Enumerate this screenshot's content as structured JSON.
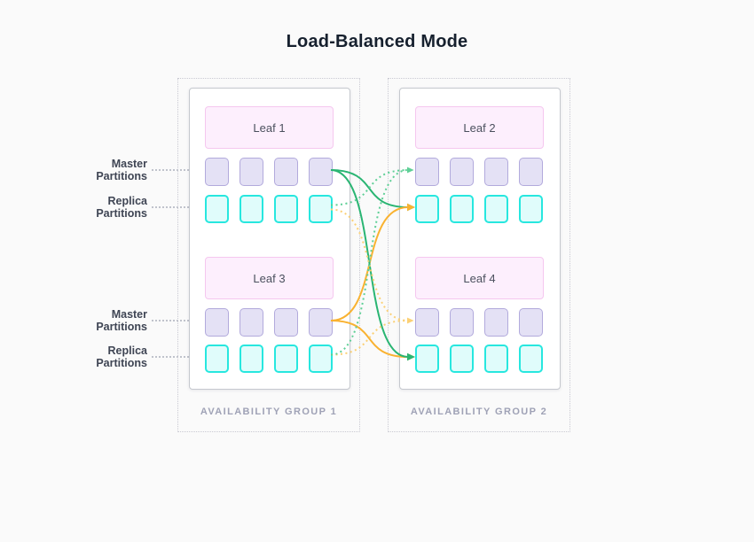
{
  "title": "Load-Balanced Mode",
  "side_labels": [
    {
      "text": "Master Partitions"
    },
    {
      "text": "Replica Partitions"
    },
    {
      "text": "Master Partitions"
    },
    {
      "text": "Replica Partitions"
    }
  ],
  "groups": [
    {
      "caption": "AVAILABILITY GROUP 1",
      "leaves": [
        {
          "title": "Leaf 1"
        },
        {
          "title": "Leaf 3"
        }
      ]
    },
    {
      "caption": "AVAILABILITY GROUP 2",
      "leaves": [
        {
          "title": "Leaf 2"
        },
        {
          "title": "Leaf 4"
        }
      ]
    }
  ],
  "partitions_per_row": 4,
  "colors": {
    "solid_green": "#2ab573",
    "solid_orange": "#f9b231",
    "dotted_green": "#5ecf96",
    "dotted_orange": "#fbd075",
    "master_fill": "#e4e1f5",
    "master_border": "#b2aadc",
    "replica_fill": "#e0fcfb",
    "replica_border": "#27e7df",
    "leaf_fill": "#fdeffd",
    "leaf_border": "#f5c7ef"
  },
  "connections": [
    {
      "from": "l1m",
      "to": "l2r",
      "color": "solid_green",
      "style": "solid",
      "arrow": true
    },
    {
      "from": "l3m",
      "to": "l2r",
      "color": "solid_orange",
      "style": "solid",
      "arrow": true
    },
    {
      "from": "l3m",
      "to": "l4r",
      "color": "solid_orange",
      "style": "solid",
      "arrow": true
    },
    {
      "from": "l1m",
      "to": "l4r",
      "color": "solid_green",
      "style": "solid",
      "arrow": true
    },
    {
      "from": "l1r",
      "to": "l4m",
      "color": "dotted_orange",
      "style": "dotted",
      "arrow": true
    },
    {
      "from": "l3r",
      "to": "l4m",
      "color": "dotted_orange",
      "style": "dotted",
      "arrow": true
    },
    {
      "from": "l1r",
      "to": "l2m",
      "color": "dotted_green",
      "style": "dotted",
      "arrow": true
    },
    {
      "from": "l3r",
      "to": "l2m",
      "color": "dotted_green",
      "style": "dotted",
      "arrow": true
    }
  ]
}
